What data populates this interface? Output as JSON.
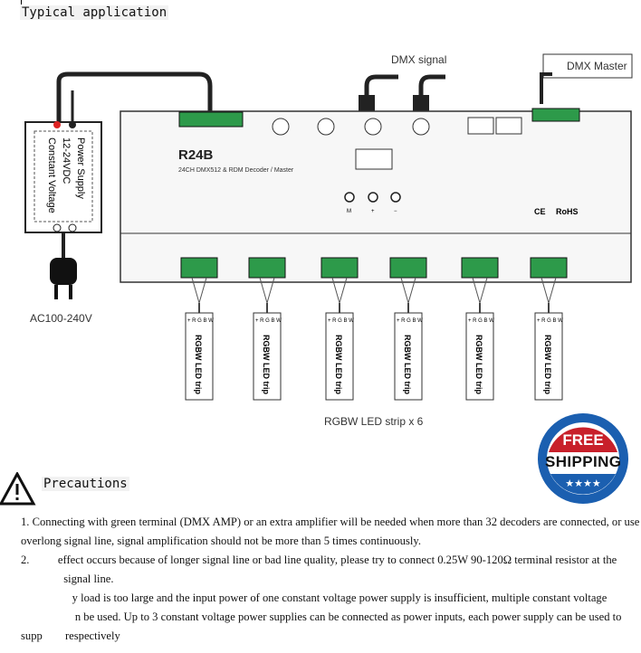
{
  "section_title": "Typical application",
  "diagram": {
    "power_supply": {
      "line1": "Power Supply",
      "line2": "12-24VDC",
      "line3": "Constant Voltage"
    },
    "ac_label": "AC100-240V",
    "dmx_signal": "DMX signal",
    "dmx_master": "DMX Master",
    "device": {
      "model": "R24B",
      "subtitle": "24CH DMX512 & RDM Decoder / Master",
      "buttons": [
        "M",
        "+",
        "−"
      ],
      "rohs": "RoHS",
      "ce": "CE"
    },
    "strip_label": "RGBW LED trip",
    "strip_pins": "+ R G B W",
    "strips_caption": "RGBW LED strip x 6"
  },
  "precautions": {
    "title": "Precautions",
    "lines": [
      "1. Connecting with green terminal (DMX AMP) or an extra amplifier will be needed when more than 32 decoders are connected, or use",
      "overlong signal line, signal amplification should not be more than 5 times continuously.",
      "2.          effect occurs because of longer signal line or bad line quality, please try to connect 0.25W 90-120Ω terminal resistor at the",
      "               signal line.",
      "                  y load is too large and the input power of one constant voltage power supply is insufficient, multiple constant voltage",
      "                   n be used. Up to 3 constant voltage power supplies can be connected as power inputs, each power supply can be used to",
      "supp        respectively"
    ]
  },
  "badge": {
    "line1": "FREE",
    "line2": "SHIPPING",
    "stars": "★★★★",
    "colors": {
      "blue": "#1b5fb0",
      "red": "#c8202a"
    }
  }
}
